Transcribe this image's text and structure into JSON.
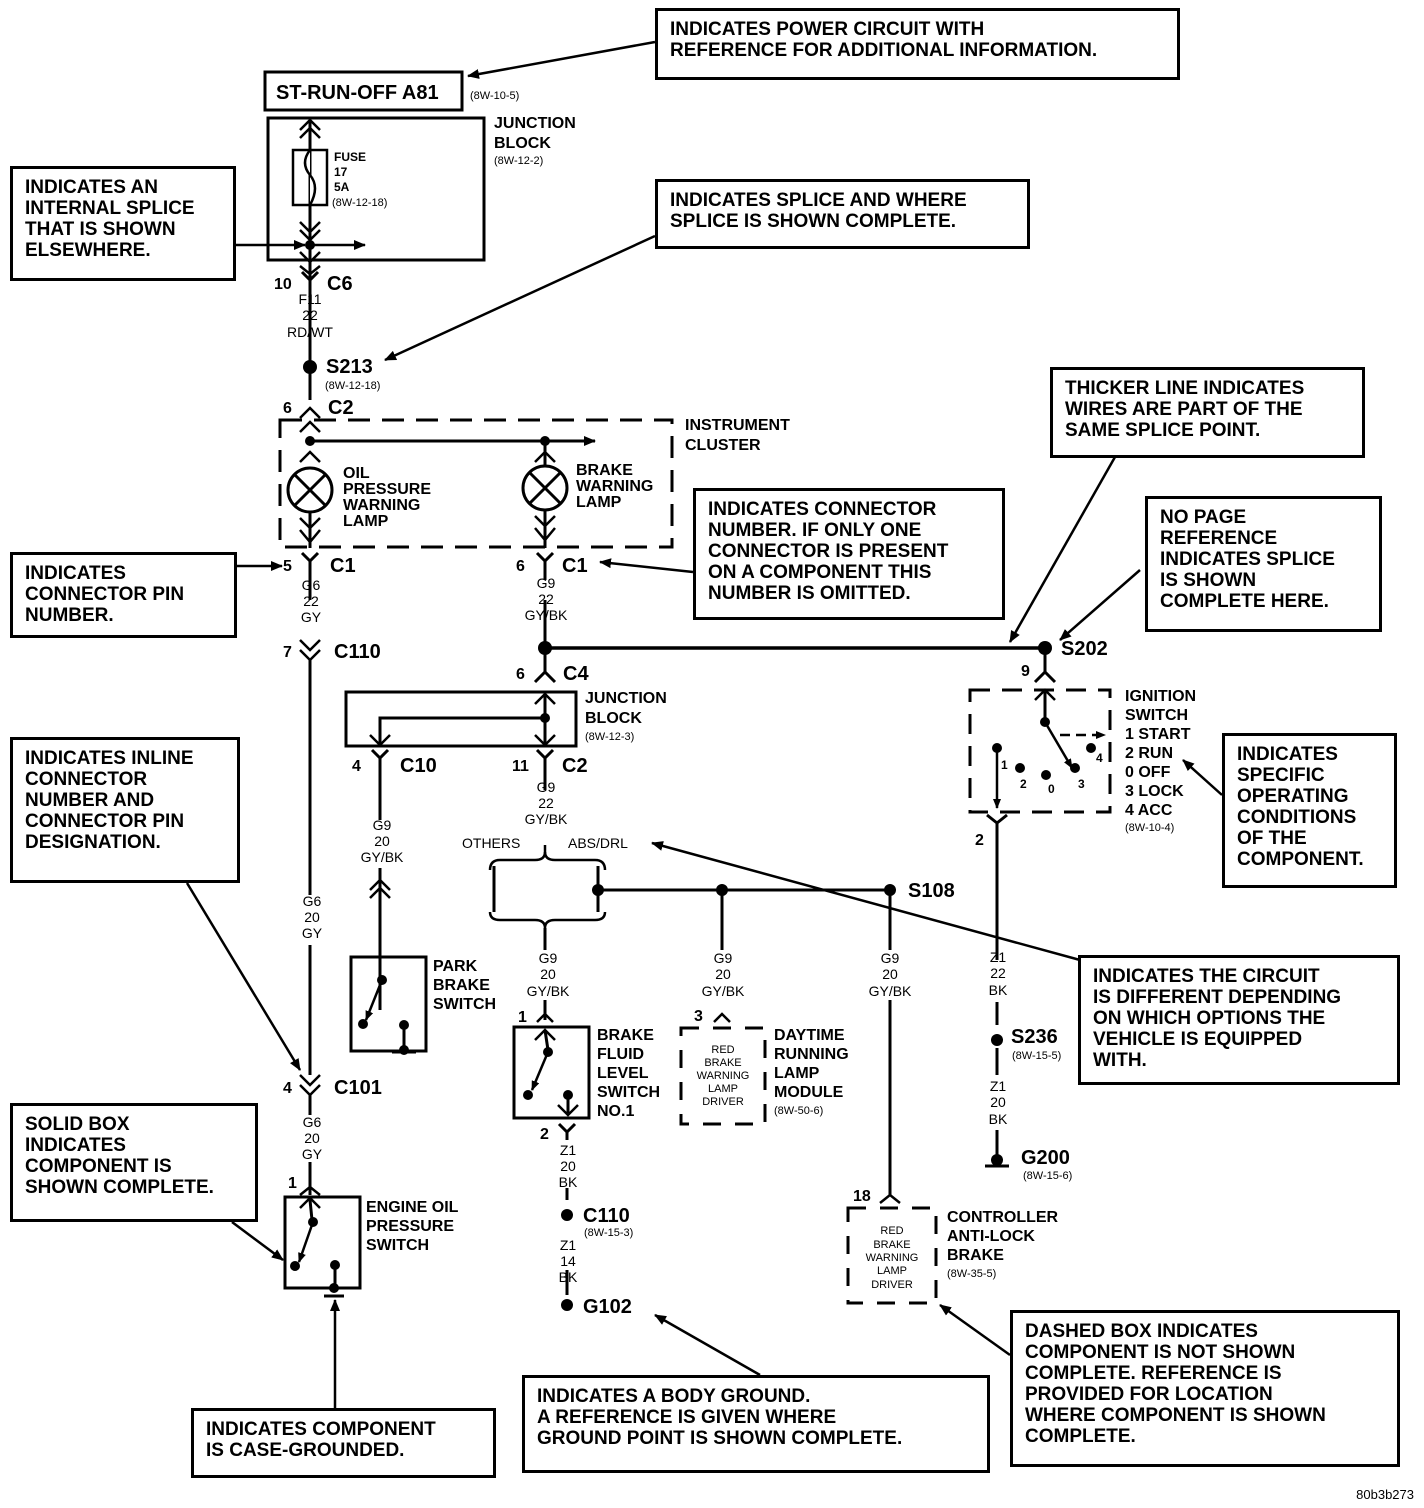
{
  "diagram_id": "80b3b273",
  "power_source": {
    "label": "ST-RUN-OFF A81",
    "ref": "(8W-10-5)"
  },
  "junction_block_top": {
    "label1": "JUNCTION",
    "label2": "BLOCK",
    "ref": "(8W-12-2)"
  },
  "fuse": {
    "label": "FUSE",
    "number": "17",
    "rating": "5A",
    "ref": "(8W-12-18)"
  },
  "conn_c6": {
    "pin": "10",
    "name": "C6"
  },
  "wire_f11": {
    "circuit": "F11",
    "gauge": "22",
    "color": "RD/WT"
  },
  "splice_s213": {
    "name": "S213",
    "ref": "(8W-12-18)"
  },
  "conn_c2_top": {
    "pin": "6",
    "name": "C2"
  },
  "instrument_cluster": {
    "label1": "INSTRUMENT",
    "label2": "CLUSTER"
  },
  "oil_lamp": {
    "l1": "OIL",
    "l2": "PRESSURE",
    "l3": "WARNING",
    "l4": "LAMP"
  },
  "brake_lamp": {
    "l1": "BRAKE",
    "l2": "WARNING",
    "l3": "LAMP"
  },
  "conn_c1_left": {
    "pin": "5",
    "name": "C1"
  },
  "conn_c1_right": {
    "pin": "6",
    "name": "C1"
  },
  "wire_g6_22": {
    "circuit": "G6",
    "gauge": "22",
    "color": "GY"
  },
  "wire_g9_22a": {
    "circuit": "G9",
    "gauge": "22",
    "color": "GY/BK"
  },
  "conn_c110_top": {
    "pin": "7",
    "name": "C110"
  },
  "splice_s202": {
    "name": "S202"
  },
  "conn_c4": {
    "pin": "6",
    "name": "C4"
  },
  "junction_block_mid": {
    "label1": "JUNCTION",
    "label2": "BLOCK",
    "ref": "(8W-12-3)"
  },
  "conn_c10": {
    "pin": "4",
    "name": "C10"
  },
  "conn_c2_mid": {
    "pin": "11",
    "name": "C2"
  },
  "wire_g9_22b": {
    "circuit": "G9",
    "gauge": "22",
    "color": "GY/BK"
  },
  "wire_g9_20_park": {
    "circuit": "G9",
    "gauge": "20",
    "color": "GY/BK"
  },
  "options": {
    "left": "OTHERS",
    "right": "ABS/DRL"
  },
  "splice_s108": {
    "name": "S108"
  },
  "ignition": {
    "pin_in": "9",
    "pin_out": "2",
    "title1": "IGNITION",
    "title2": "SWITCH",
    "positions": [
      "1 START",
      "2 RUN",
      "0 OFF",
      "3 LOCK",
      "4 ACC"
    ],
    "ref": "(8W-10-4)",
    "dot_labels": [
      "1",
      "2",
      "0",
      "3",
      "4"
    ]
  },
  "wire_g6_20_mid": {
    "circuit": "G6",
    "gauge": "20",
    "color": "GY"
  },
  "park_brake": {
    "l1": "PARK",
    "l2": "BRAKE",
    "l3": "SWITCH"
  },
  "wire_g9_20_a": {
    "circuit": "G9",
    "gauge": "20",
    "color": "GY/BK"
  },
  "wire_g9_20_b": {
    "circuit": "G9",
    "gauge": "20",
    "color": "GY/BK"
  },
  "wire_g9_20_c": {
    "circuit": "G9",
    "gauge": "20",
    "color": "GY/BK"
  },
  "wire_z1_22": {
    "circuit": "Z1",
    "gauge": "22",
    "color": "BK"
  },
  "splice_s236": {
    "name": "S236",
    "ref": "(8W-15-5)"
  },
  "wire_z1_20_right": {
    "circuit": "Z1",
    "gauge": "20",
    "color": "BK"
  },
  "ground_g200": {
    "name": "G200",
    "ref": "(8W-15-6)"
  },
  "conn_c101": {
    "pin": "4",
    "name": "C101"
  },
  "wire_g6_20_low": {
    "circuit": "G6",
    "gauge": "20",
    "color": "GY"
  },
  "brake_fluid": {
    "pin_in": "1",
    "pin_out": "2",
    "l1": "BRAKE",
    "l2": "FLUID",
    "l3": "LEVEL",
    "l4": "SWITCH",
    "l5": "NO.1"
  },
  "drl_module": {
    "pin": "3",
    "inner": [
      "RED",
      "BRAKE",
      "WARNING",
      "LAMP",
      "DRIVER"
    ],
    "l1": "DAYTIME",
    "l2": "RUNNING",
    "l3": "LAMP",
    "l4": "MODULE",
    "ref": "(8W-50-6)"
  },
  "engine_oil_switch": {
    "pin": "1",
    "l1": "ENGINE OIL",
    "l2": "PRESSURE",
    "l3": "SWITCH"
  },
  "wire_z1_20_left": {
    "circuit": "Z1",
    "gauge": "20",
    "color": "BK"
  },
  "conn_c110_low": {
    "name": "C110",
    "ref": "(8W-15-3)"
  },
  "wire_z1_14": {
    "circuit": "Z1",
    "gauge": "14",
    "color": "BK"
  },
  "ground_g102": {
    "name": "G102"
  },
  "abs_controller": {
    "pin": "18",
    "inner": [
      "RED",
      "BRAKE",
      "WARNING",
      "LAMP",
      "DRIVER"
    ],
    "l1": "CONTROLLER",
    "l2": "ANTI-LOCK",
    "l3": "BRAKE",
    "ref": "(8W-35-5)"
  },
  "callouts": {
    "power_circuit": "INDICATES POWER CIRCUIT WITH\nREFERENCE FOR ADDITIONAL INFORMATION.",
    "internal_splice": "INDICATES AN\nINTERNAL SPLICE\nTHAT IS SHOWN\nELSEWHERE.",
    "splice_complete": "INDICATES SPLICE AND WHERE\nSPLICE IS SHOWN COMPLETE.",
    "thicker_line": "THICKER LINE INDICATES\nWIRES ARE PART OF THE\nSAME SPLICE POINT.",
    "no_page_ref": "NO PAGE\nREFERENCE\nINDICATES SPLICE\nIS SHOWN\nCOMPLETE HERE.",
    "connector_number": "INDICATES CONNECTOR\nNUMBER.  IF ONLY ONE\nCONNECTOR IS PRESENT\nON A COMPONENT THIS\nNUMBER IS OMITTED.",
    "connector_pin": "INDICATES\nCONNECTOR PIN\nNUMBER.",
    "inline_connector": "INDICATES INLINE\nCONNECTOR\nNUMBER AND\nCONNECTOR PIN\nDESIGNATION.",
    "operating_conditions": "INDICATES\nSPECIFIC\nOPERATING\nCONDITIONS\nOF THE\nCOMPONENT.",
    "circuit_options": "INDICATES THE CIRCUIT\nIS DIFFERENT DEPENDING\nON WHICH OPTIONS THE\nVEHICLE IS EQUIPPED\nWITH.",
    "solid_box": "SOLID BOX\nINDICATES\nCOMPONENT IS\nSHOWN COMPLETE.",
    "dashed_box": "DASHED BOX INDICATES\nCOMPONENT IS NOT SHOWN\nCOMPLETE.  REFERENCE IS\nPROVIDED FOR LOCATION\nWHERE COMPONENT IS SHOWN\nCOMPLETE.",
    "body_ground": "INDICATES A BODY GROUND.\nA REFERENCE IS GIVEN WHERE\nGROUND POINT IS SHOWN COMPLETE.",
    "case_grounded": "INDICATES COMPONENT\nIS CASE-GROUNDED."
  }
}
